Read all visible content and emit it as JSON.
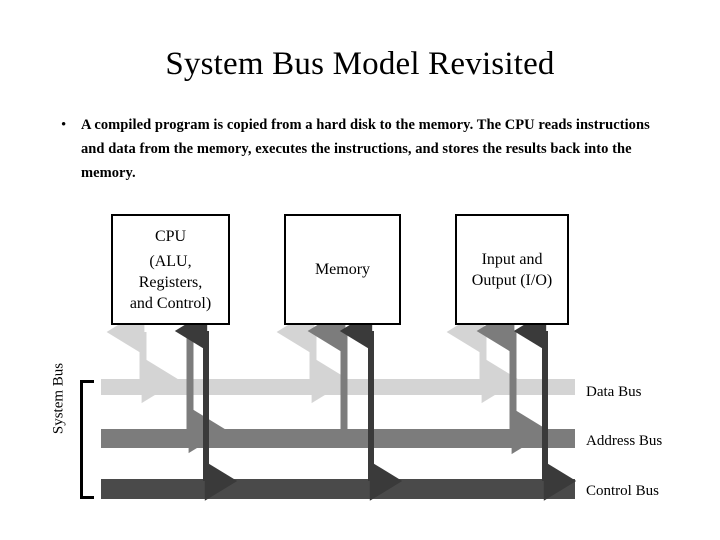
{
  "slide": {
    "title": "System Bus Model Revisited",
    "bullet_marker": "•",
    "bullet_text": "A compiled program is copied from a hard disk to the memory. The CPU reads instructions and data from the memory, executes the instructions, and stores the results back into the memory."
  },
  "diagram": {
    "system_bus_label": "System Bus",
    "components": [
      {
        "id": "cpu",
        "lines": [
          "CPU",
          "(ALU,",
          "Registers,",
          "and Control)"
        ]
      },
      {
        "id": "memory",
        "lines": [
          "Memory"
        ]
      },
      {
        "id": "io",
        "lines": [
          "Input and",
          "Output (I/O)"
        ]
      }
    ],
    "buses": [
      {
        "id": "data",
        "label": "Data Bus",
        "color": "#d4d4d4"
      },
      {
        "id": "address",
        "label": "Address Bus",
        "color": "#7c7c7c"
      },
      {
        "id": "control",
        "label": "Control Bus",
        "color": "#4a4a4a"
      }
    ],
    "connections": [
      {
        "from": "cpu",
        "bus": "data",
        "direction": "bidirectional"
      },
      {
        "from": "cpu",
        "bus": "address",
        "direction": "down"
      },
      {
        "from": "cpu",
        "bus": "control",
        "direction": "bidirectional"
      },
      {
        "from": "memory",
        "bus": "data",
        "direction": "bidirectional"
      },
      {
        "from": "memory",
        "bus": "address",
        "direction": "up"
      },
      {
        "from": "memory",
        "bus": "control",
        "direction": "bidirectional"
      },
      {
        "from": "io",
        "bus": "data",
        "direction": "bidirectional"
      },
      {
        "from": "io",
        "bus": "address",
        "direction": "bidirectional"
      },
      {
        "from": "io",
        "bus": "control",
        "direction": "bidirectional"
      }
    ]
  }
}
